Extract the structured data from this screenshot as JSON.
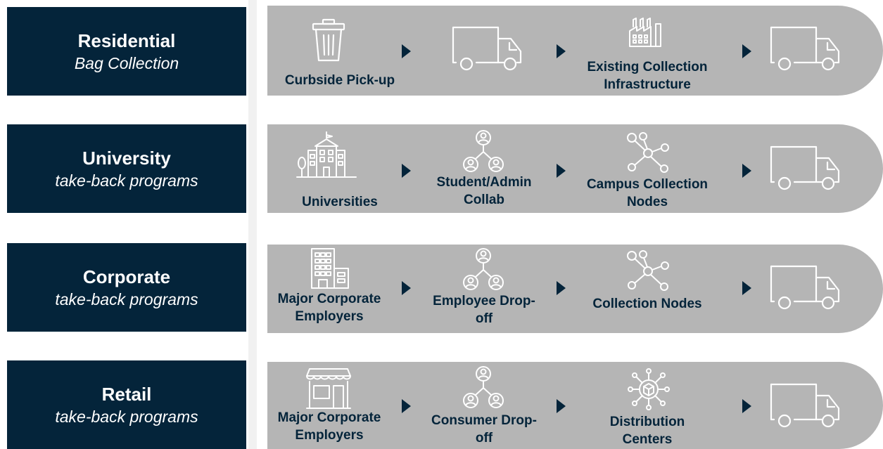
{
  "rows": [
    {
      "title": "Residential",
      "subtitle": "Bag Collection",
      "steps": [
        {
          "label": "Curbside Pick-up",
          "icon": "trash-bin-icon"
        },
        {
          "label": "",
          "icon": "truck-icon"
        },
        {
          "label": "Existing Collection\nInfrastructure",
          "icon": "factory-icon"
        },
        {
          "label": "",
          "icon": "truck-icon"
        }
      ]
    },
    {
      "title": "University",
      "subtitle": "take-back programs",
      "steps": [
        {
          "label": "Universities",
          "icon": "university-building-icon"
        },
        {
          "label": "Student/Admin\nCollab",
          "icon": "people-network-icon"
        },
        {
          "label": "Campus Collection\nNodes",
          "icon": "node-network-icon"
        },
        {
          "label": "",
          "icon": "truck-icon"
        }
      ]
    },
    {
      "title": "Corporate",
      "subtitle": "take-back programs",
      "steps": [
        {
          "label": "Major Corporate\nEmployers",
          "icon": "office-building-icon"
        },
        {
          "label": "Employee Drop-\noff",
          "icon": "people-network-icon"
        },
        {
          "label": "Collection Nodes",
          "icon": "node-network-icon"
        },
        {
          "label": "",
          "icon": "truck-icon"
        }
      ]
    },
    {
      "title": "Retail",
      "subtitle": "take-back programs",
      "steps": [
        {
          "label": "Major Corporate\nEmployers",
          "icon": "storefront-icon"
        },
        {
          "label": "Consumer Drop-\noff",
          "icon": "people-network-icon"
        },
        {
          "label": "Distribution\nCenters",
          "icon": "distribution-hub-icon"
        },
        {
          "label": "",
          "icon": "truck-icon"
        }
      ]
    }
  ],
  "colors": {
    "navy": "#04243a",
    "band_gray": "#b5b5b5",
    "icon_white": "#ffffff"
  }
}
